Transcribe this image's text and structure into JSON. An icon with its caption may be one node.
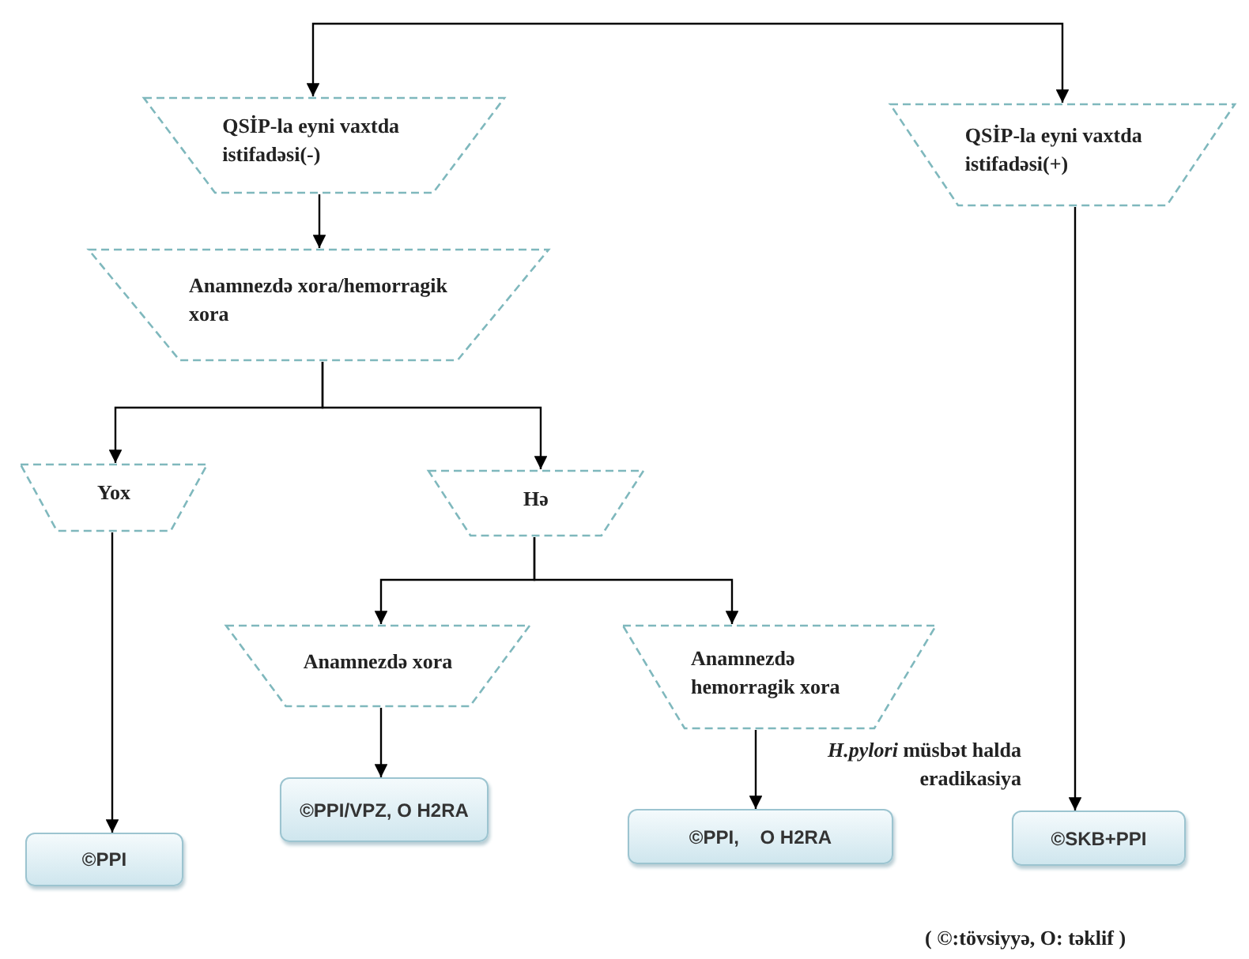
{
  "diagram": {
    "nodes": [
      {
        "text": [
          "QSİP-la eyni vaxtda istifadəsi(-)"
        ]
      },
      {
        "text": [
          "QSİP-la eyni vaxtda istifadəsi(+)"
        ]
      },
      {
        "text": [
          "Anamnezdə xora/hemorragik xora"
        ]
      },
      {
        "text": [
          "Yox"
        ]
      },
      {
        "text": [
          "Hə"
        ]
      },
      {
        "text": [
          "Anamnezdə xora"
        ]
      },
      {
        "text": [
          "Anamnezdə hemorragik xora"
        ]
      },
      {
        "text": [
          "©PPI"
        ]
      },
      {
        "text": [
          "©PPI/VPZ, O H2RA"
        ]
      },
      {
        "text": [
          "©PPI,    O H2RA"
        ]
      },
      {
        "text": [
          "©SKB+PPI"
        ]
      }
    ],
    "edges": [
      {
        "from": null,
        "to": 0,
        "arrow": "to"
      },
      {
        "from": null,
        "to": 1,
        "arrow": "to"
      },
      {
        "from": 0,
        "to": 2,
        "arrow": "to"
      },
      {
        "from": 2,
        "to": 3,
        "arrow": "to"
      },
      {
        "from": 2,
        "to": 4,
        "arrow": "to"
      },
      {
        "from": 4,
        "to": 5,
        "arrow": "to"
      },
      {
        "from": 4,
        "to": 6,
        "arrow": "to"
      },
      {
        "from": 3,
        "to": 7,
        "arrow": "to"
      },
      {
        "from": 5,
        "to": 8,
        "arrow": "to"
      },
      {
        "from": 6,
        "to": 9,
        "arrow": "to",
        "label": "*H.pylori* müsbət halda eradikasiya"
      },
      {
        "from": 1,
        "to": 10,
        "arrow": "to"
      }
    ],
    "labels": [
      "( ©:tövsiyyə, O: təklif )"
    ]
  }
}
